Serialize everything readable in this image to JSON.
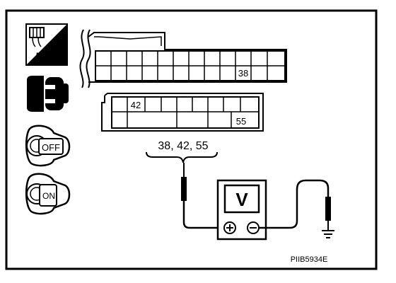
{
  "icons": {
    "harness_side": "H.S.",
    "connector": "connector-icon",
    "ignition_off": "OFF",
    "ignition_on": "ON"
  },
  "connector_upper": {
    "terminal_label": "38"
  },
  "connector_lower": {
    "terminal_label_1": "42",
    "terminal_label_2": "55"
  },
  "probe_terminals": "38, 42, 55",
  "meter": {
    "symbol": "V",
    "positive": "⊕",
    "negative": "⊖"
  },
  "figure_id": "PIIB5934E"
}
